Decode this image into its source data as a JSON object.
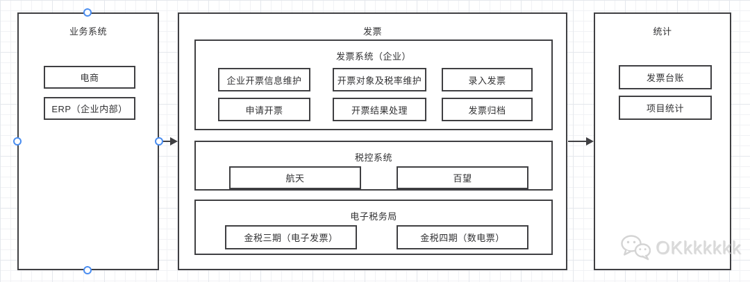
{
  "diagram": {
    "business": {
      "title": "业务系统",
      "items": [
        "电商",
        "ERP（企业内部）"
      ]
    },
    "invoice": {
      "title": "发票",
      "sections": [
        {
          "title": "发票系统（企业）",
          "items": [
            "企业开票信息维护",
            "开票对象及税率维护",
            "录入发票",
            "申请开票",
            "开票结果处理",
            "发票归档"
          ]
        },
        {
          "title": "税控系统",
          "items": [
            "航天",
            "百望"
          ]
        },
        {
          "title": "电子税务局",
          "items": [
            "金税三期（电子发票）",
            "金税四期（数电票）"
          ]
        }
      ]
    },
    "statistics": {
      "title": "统计",
      "items": [
        "发票台账",
        "项目统计"
      ]
    }
  },
  "watermark": {
    "icon": "wechat-icon",
    "text": "OKkkkkkk"
  },
  "colors": {
    "box_border": "#3f3f42",
    "connection_point": "#4a8df0",
    "grid_minor": "#f1f2f5",
    "grid_major": "#e4e7ec",
    "text": "#303032",
    "watermark": "#d9d9d9"
  }
}
